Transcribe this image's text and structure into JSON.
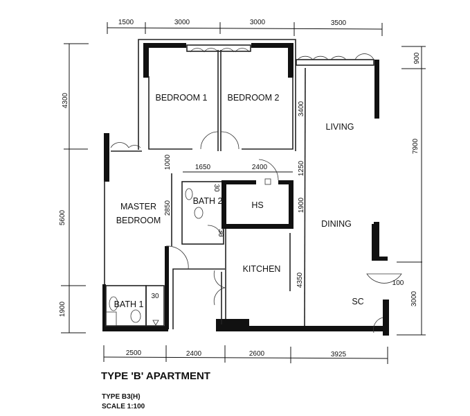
{
  "plan": {
    "title": "TYPE 'B' APARTMENT",
    "type_label": "TYPE B3(H)",
    "scale_label": "SCALE 1:100",
    "rooms": {
      "bedroom1": "BEDROOM 1",
      "bedroom2": "BEDROOM 2",
      "living": "LIVING",
      "dining": "DINING",
      "master_line1": "MASTER",
      "master_line2": "BEDROOM",
      "bath2": "BATH 2",
      "bath1": "BATH 1",
      "hs": "HS",
      "kitchen": "KITCHEN",
      "sc": "SC"
    },
    "dims_top": [
      "1500",
      "3000",
      "3000",
      "3500"
    ],
    "dims_bottom": [
      "2500",
      "2400",
      "2600",
      "3925"
    ],
    "dims_left": [
      "4300",
      "5600",
      "1900"
    ],
    "dims_right": [
      "900",
      "7900",
      "3000"
    ],
    "dims_inner": {
      "d1000": "1000",
      "d1650": "1650",
      "d2400": "2400",
      "d1250": "1250",
      "d2850": "2850",
      "d1900": "1900",
      "d3400": "3400",
      "d4350": "4350",
      "d30a": "30",
      "d30b": "30",
      "d30c": "30",
      "d100": "100"
    }
  }
}
